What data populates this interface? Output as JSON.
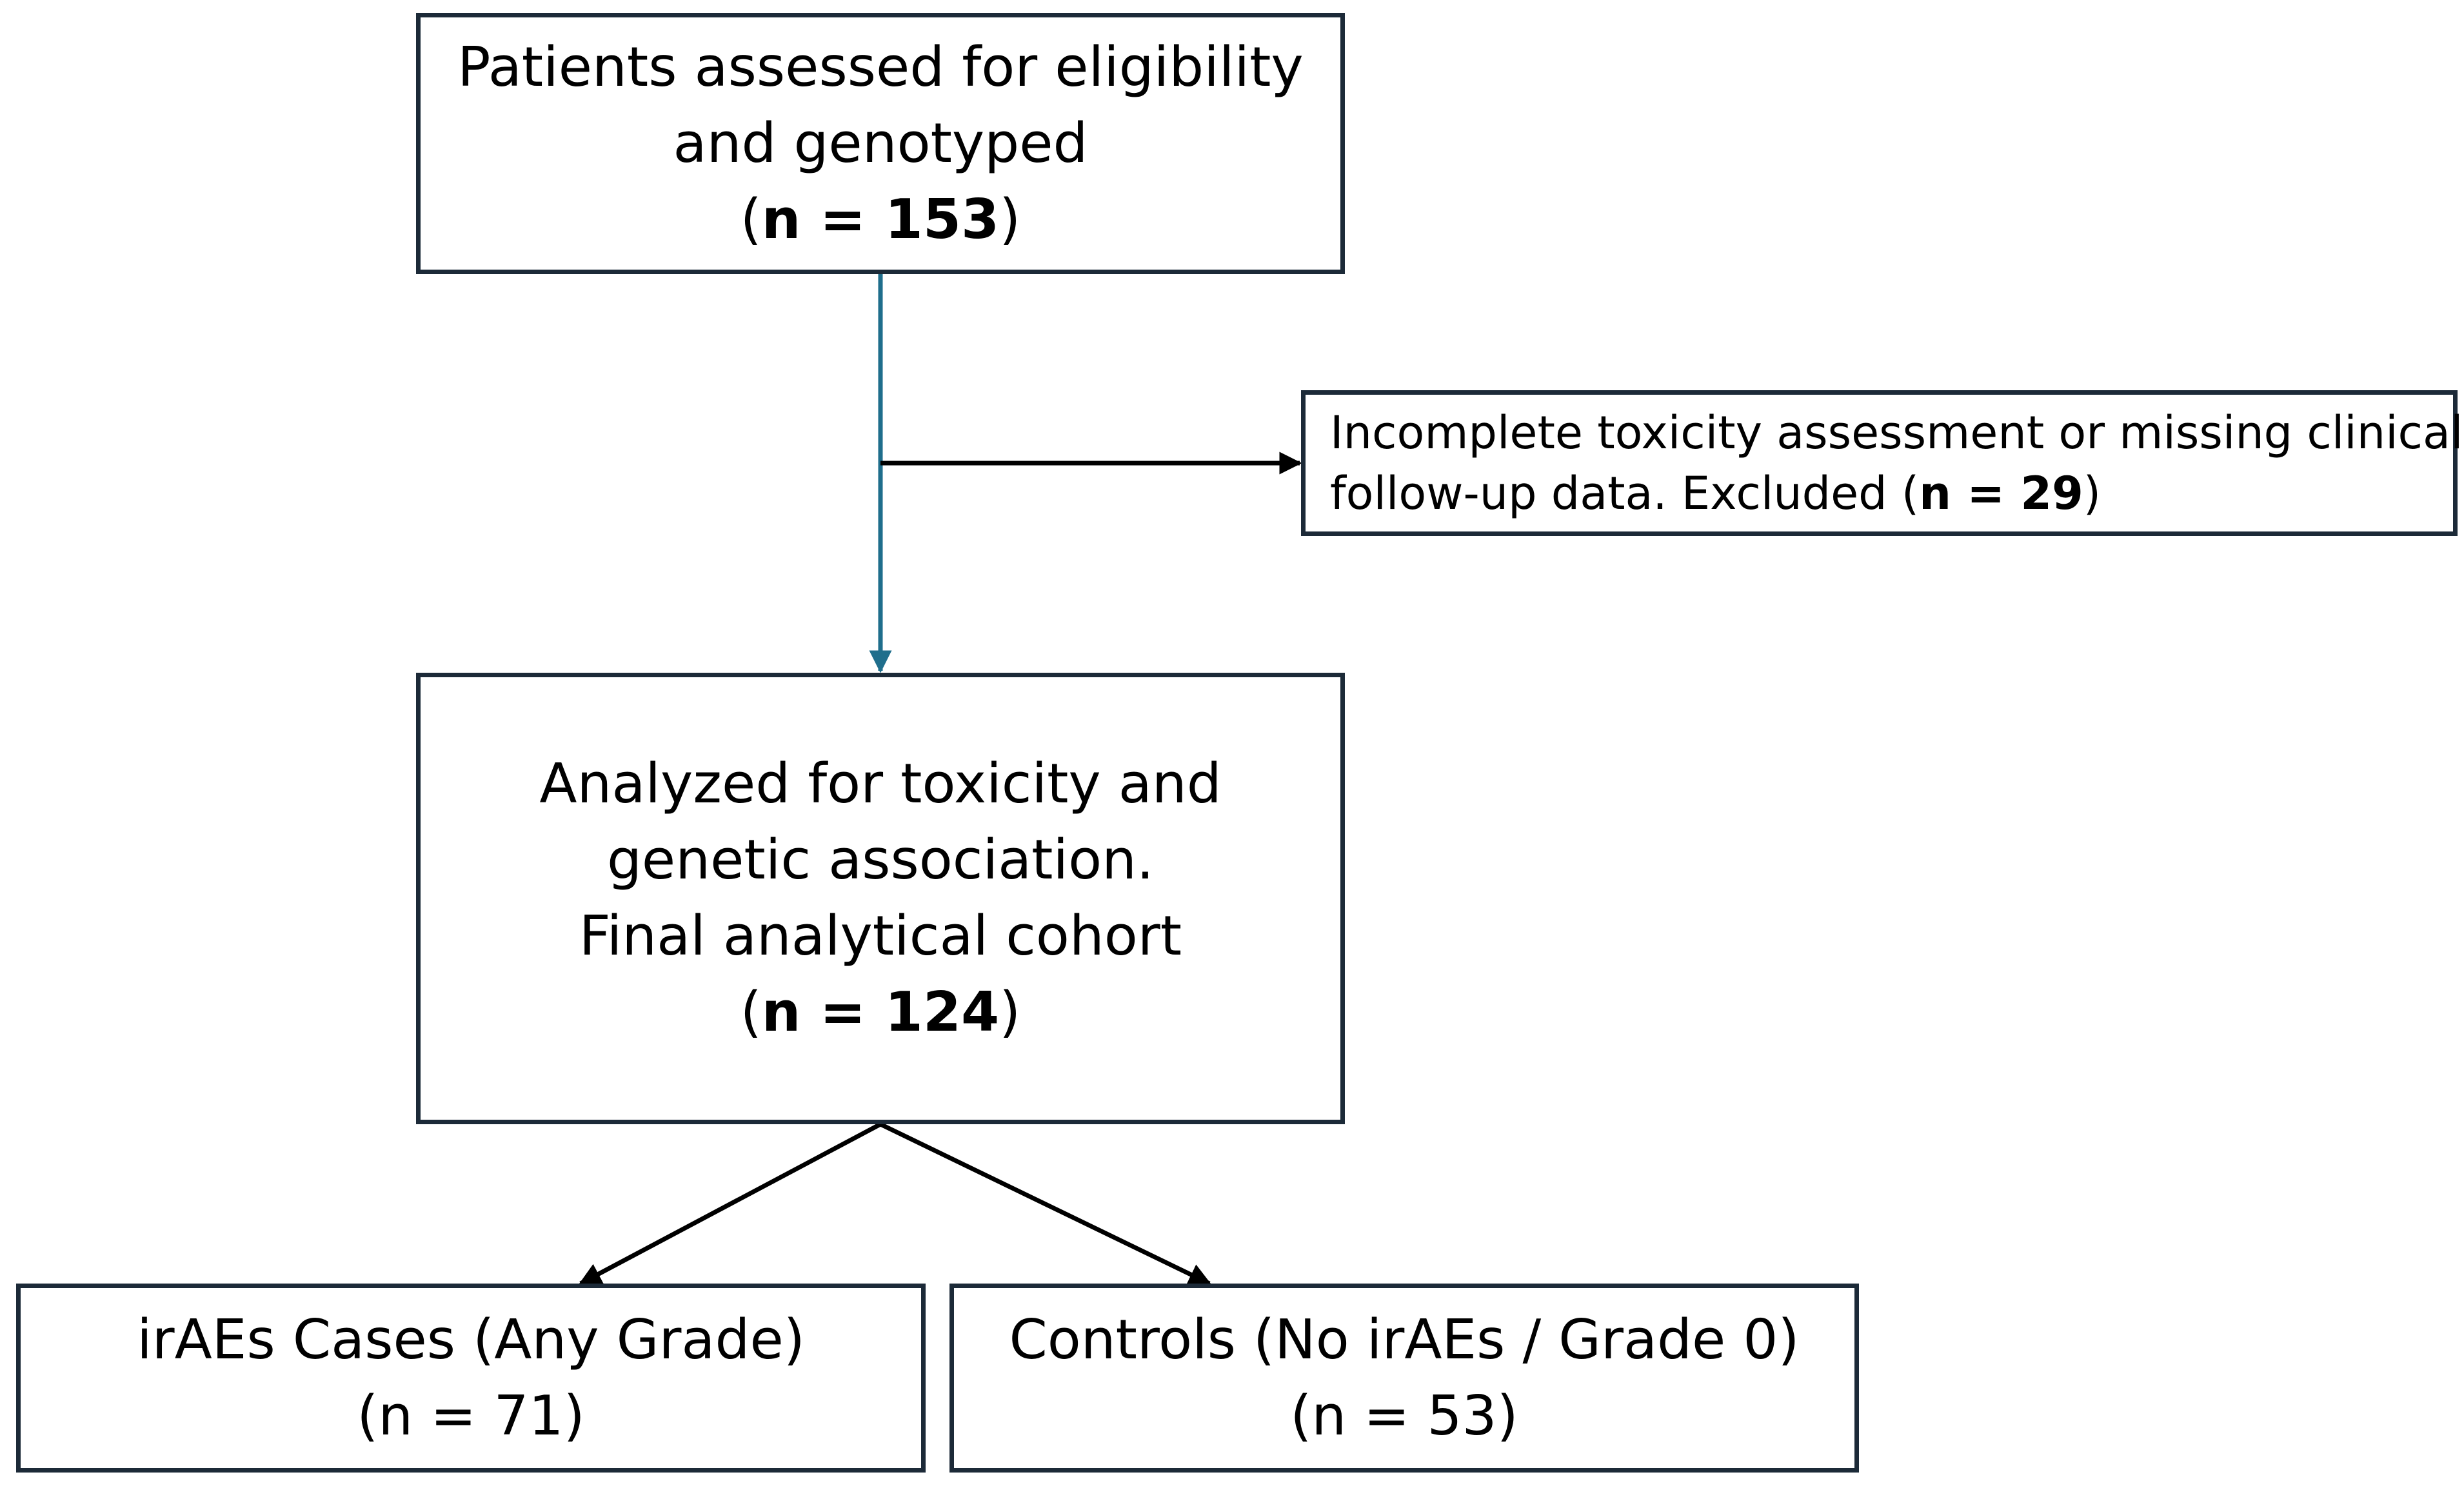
{
  "boxes": {
    "eligibility": {
      "line1": "Patients assessed for eligibility",
      "line2": "and genotyped",
      "count_open": "(",
      "count": "n = 153",
      "count_close": ")"
    },
    "excluded": {
      "line1": "Incomplete toxicity assessment or missing clinical",
      "line2_prefix": "follow-up data. Excluded (",
      "count": "n = 29",
      "count_close": ")"
    },
    "analyzed": {
      "line1": "Analyzed for toxicity and",
      "line2": "genetic association.",
      "line3": "Final analytical cohort",
      "count_open": "(",
      "count": "n = 124",
      "count_close": ")"
    },
    "cases": {
      "line1": "irAEs Cases (Any Grade)",
      "line2": "(n = 71)"
    },
    "controls": {
      "line1": "Controls (No irAEs / Grade 0)",
      "line2": "(n = 53)"
    }
  },
  "colors": {
    "box_border": "#1c2a38",
    "main_arrow": "#1f6e8c",
    "side_arrow": "#000000"
  }
}
